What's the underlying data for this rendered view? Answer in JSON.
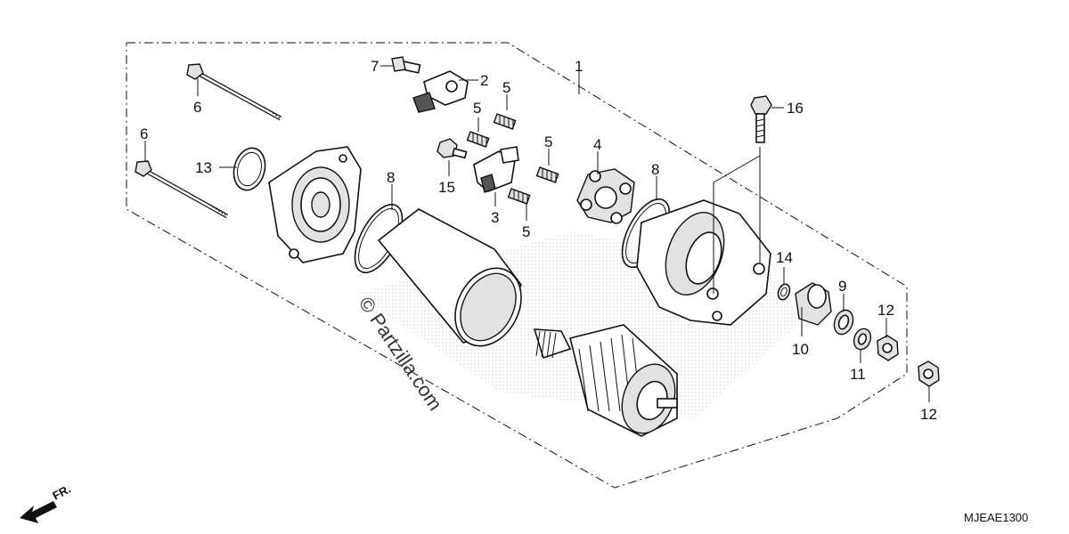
{
  "diagram": {
    "figure_code": "MJEAE1300",
    "direction_label": "FR.",
    "watermark": "© Partzilla.com",
    "callouts": {
      "c1": "1",
      "c2": "2",
      "c3": "3",
      "c4": "4",
      "c5a": "5",
      "c5b": "5",
      "c5c": "5",
      "c5d": "5",
      "c6a": "6",
      "c6b": "6",
      "c7": "7",
      "c8a": "8",
      "c8b": "8",
      "c9": "9",
      "c10": "10",
      "c11": "11",
      "c12a": "12",
      "c12b": "12",
      "c13": "13",
      "c14": "14",
      "c15": "15",
      "c16": "16"
    }
  }
}
